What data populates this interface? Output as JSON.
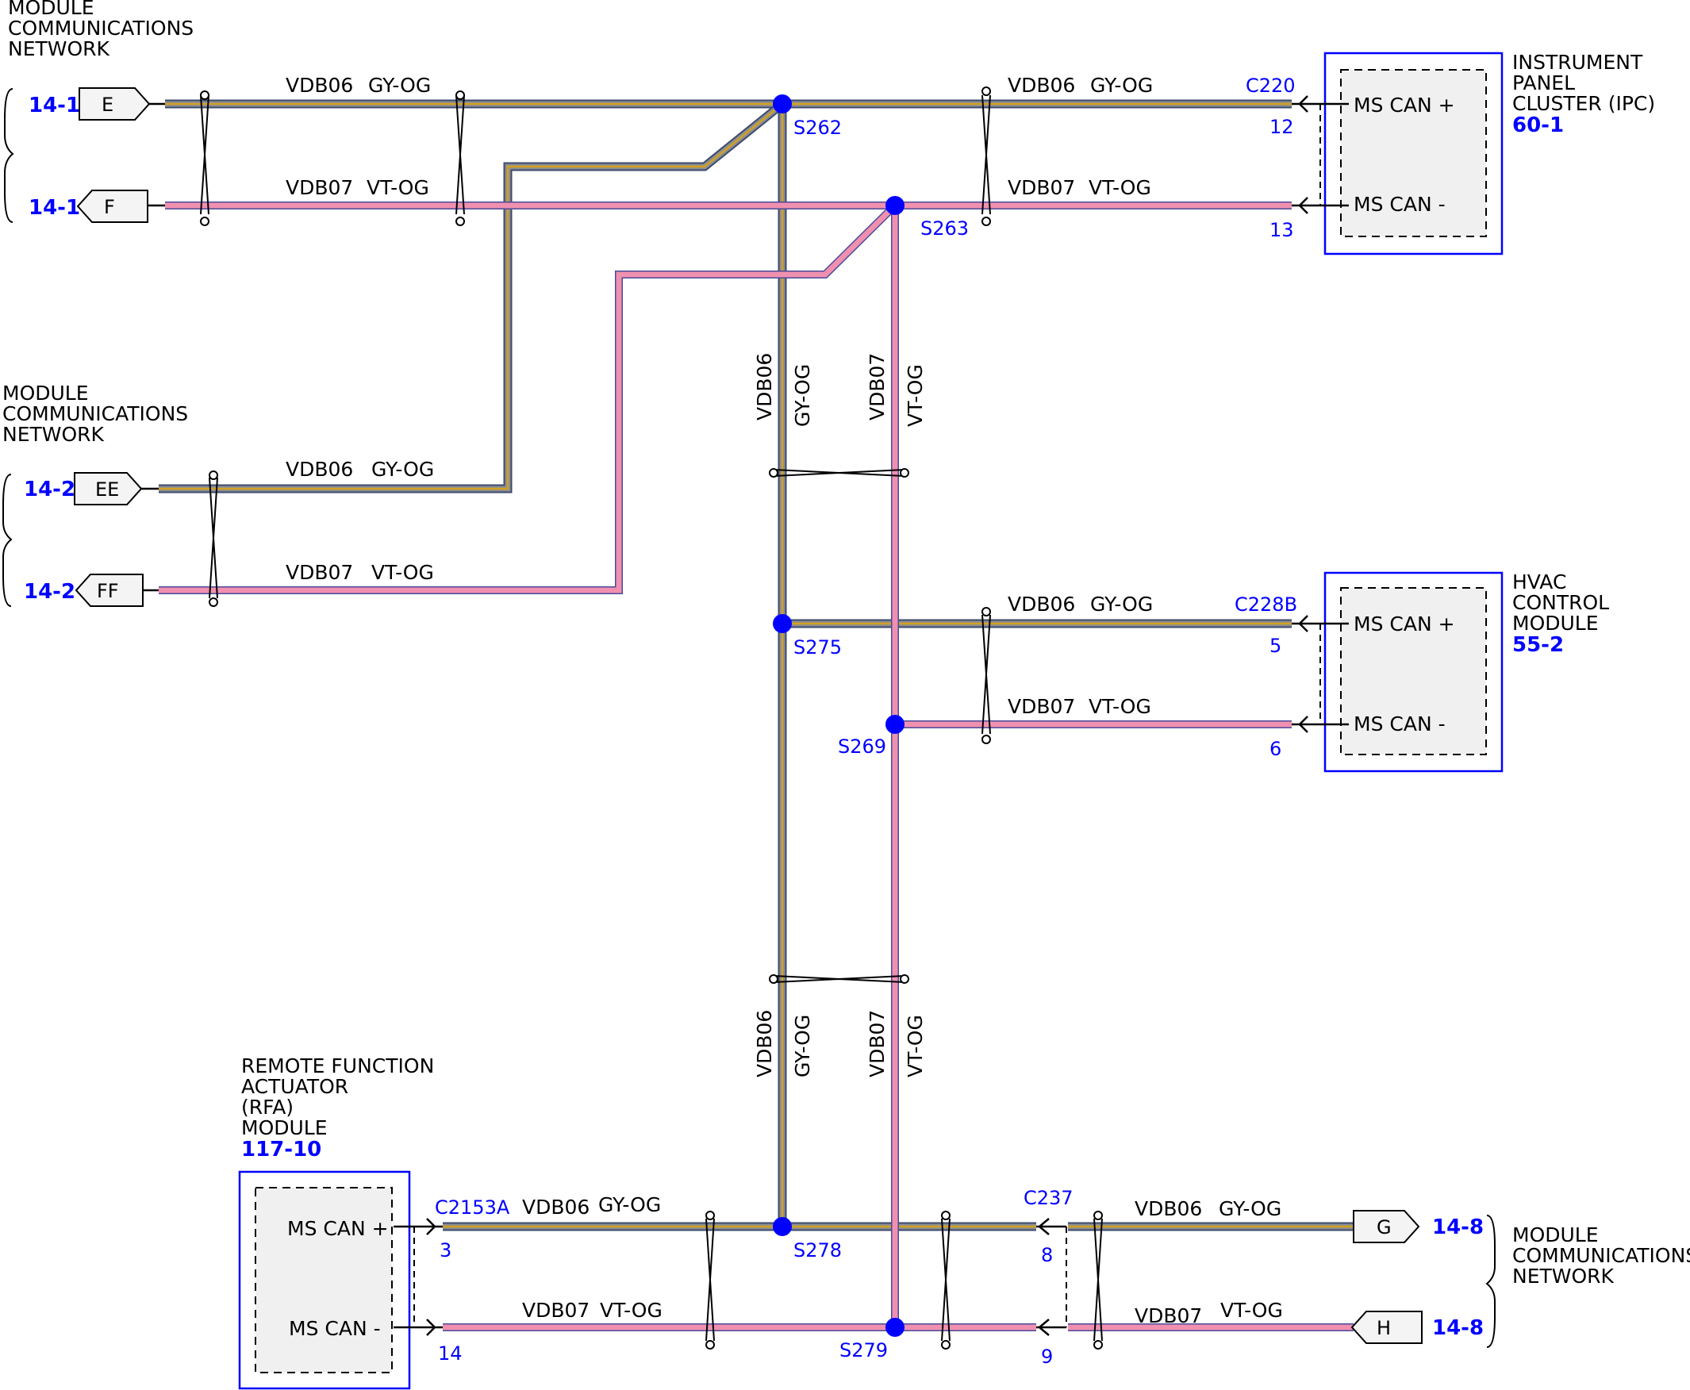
{
  "networks": {
    "top_left": [
      "MODULE",
      "COMMUNICATIONS",
      "NETWORK"
    ],
    "mid_left": [
      "MODULE",
      "COMMUNICATIONS",
      "NETWORK"
    ],
    "bottom_right": [
      "MODULE",
      "COMMUNICATIONS",
      "NETWORK"
    ]
  },
  "refs": {
    "e": "14-1",
    "f": "14-1",
    "ee": "14-2",
    "ff": "14-2",
    "g": "14-8",
    "h": "14-8"
  },
  "connector_tags": {
    "e": "E",
    "f": "F",
    "ee": "EE",
    "ff": "FF",
    "g": "G",
    "h": "H"
  },
  "wires": {
    "vdb06": "VDB06",
    "gy_og": "GY-OG",
    "vdb07": "VDB07",
    "vt_og": "VT-OG"
  },
  "splices": {
    "s262": "S262",
    "s263": "S263",
    "s275": "S275",
    "s269": "S269",
    "s278": "S278",
    "s279": "S279"
  },
  "modules": {
    "ipc": {
      "name": [
        "INSTRUMENT",
        "PANEL",
        "CLUSTER (IPC)"
      ],
      "ref": "60-1",
      "connector": "C220",
      "pin_plus": "12",
      "pin_minus": "13",
      "plus_label": "MS CAN +",
      "minus_label": "MS CAN -"
    },
    "hvac": {
      "name": [
        "HVAC",
        "CONTROL",
        "MODULE"
      ],
      "ref": "55-2",
      "connector": "C228B",
      "pin_plus": "5",
      "pin_minus": "6",
      "plus_label": "MS CAN +",
      "minus_label": "MS CAN -"
    },
    "rfa": {
      "name": [
        "REMOTE FUNCTION",
        "ACTUATOR",
        "(RFA)",
        "MODULE"
      ],
      "ref": "117-10",
      "connector": "C2153A",
      "pin_plus": "3",
      "pin_minus": "14",
      "plus_label": "MS CAN +",
      "minus_label": "MS CAN -"
    }
  },
  "inline_connector": {
    "name": "C237",
    "pin_plus": "8",
    "pin_minus": "9"
  }
}
